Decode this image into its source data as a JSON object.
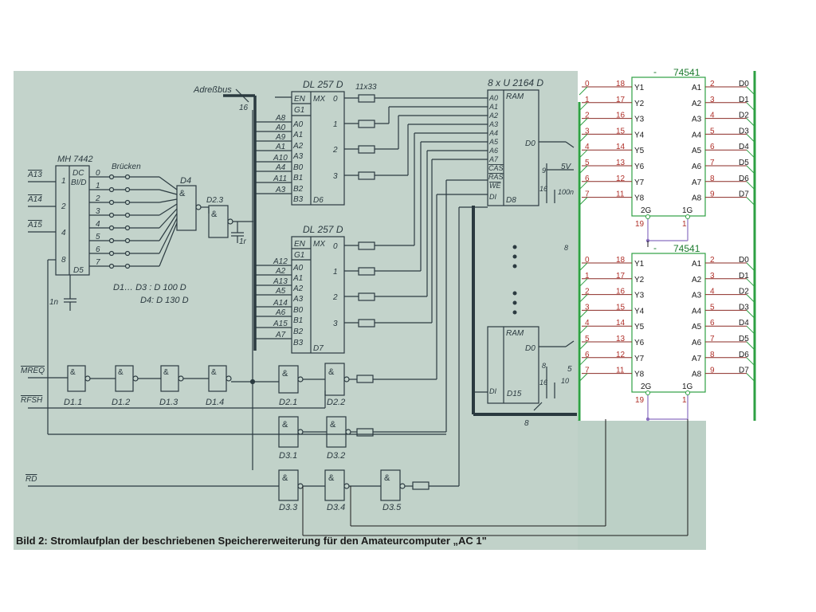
{
  "caption": "Bild 2: Stromlaufplan der beschriebenen Speichererweiterung für den Amateurcomputer „AC 1\"",
  "address_bus_label": "Adreßbus",
  "bus_width_16": "16",
  "bus_width_8": "8",
  "decoder": {
    "name": "MH 7442",
    "func": "DC",
    "func2": "BI/D",
    "inputs": [
      "A13",
      "A14",
      "A15"
    ],
    "input_pins": [
      "1",
      "2",
      "4",
      "8"
    ],
    "outputs": [
      "0",
      "1",
      "2",
      "3",
      "4",
      "5",
      "6",
      "7"
    ],
    "designator": "D5",
    "bridges_label": "Brücken"
  },
  "gates": {
    "d4": "D4",
    "d23": "D2.3",
    "amp": "&",
    "note1": "D1… D3 : D 100 D",
    "note2": "D4:  D 130 D",
    "cap_1n": "1n",
    "cap_1r": "1r",
    "chain": [
      "D1.1",
      "D1.2",
      "D1.3",
      "D1.4",
      "D2.1",
      "D2.2",
      "D3.1",
      "D3.2",
      "D3.3",
      "D3.4",
      "D3.5"
    ]
  },
  "signals": [
    "MREQ",
    "RFSH",
    "RD"
  ],
  "mux_top": {
    "name": "DL 257 D",
    "en": "EN",
    "mx": "MX",
    "g1": "G1",
    "pins": [
      "A0",
      "A1",
      "A2",
      "A3",
      "B0",
      "B1",
      "B2",
      "B3"
    ],
    "addr": [
      "A8",
      "A0",
      "A9",
      "A1",
      "A10",
      "A4",
      "A11",
      "A3"
    ],
    "outs": [
      "0",
      "1",
      "2",
      "3"
    ],
    "designator": "D6",
    "resistor_label": "11x33"
  },
  "mux_bottom": {
    "name": "DL 257 D",
    "en": "EN",
    "mx": "MX",
    "g1": "G1",
    "pins": [
      "A0",
      "A1",
      "A2",
      "A3",
      "B0",
      "B1",
      "B2",
      "B3"
    ],
    "addr": [
      "A12",
      "A2",
      "A13",
      "A5",
      "A14",
      "A6",
      "A15",
      "A7"
    ],
    "outs": [
      "0",
      "1",
      "2",
      "3"
    ],
    "designator": "D7"
  },
  "ram": {
    "name": "8 x U 2164 D",
    "label": "RAM",
    "pins": [
      "A0",
      "A1",
      "A2",
      "A3",
      "A4",
      "A5",
      "A6",
      "A7",
      "CAS",
      "RAS",
      "WE",
      "DI"
    ],
    "out": "D0",
    "designator_top": "D8",
    "designator_bottom": "D15",
    "pin_9": "9",
    "pin_16": "16",
    "pin_8": "8",
    "v5": "5V",
    "cap_100n": "100n",
    "v5_b": "5",
    "cap_10": "10"
  },
  "buffer_top": {
    "name": "74541",
    "dash": "-",
    "y": [
      "Y1",
      "Y2",
      "Y3",
      "Y4",
      "Y5",
      "Y6",
      "Y7",
      "Y8"
    ],
    "a": [
      "A1",
      "A2",
      "A3",
      "A4",
      "A5",
      "A6",
      "A7",
      "A8"
    ],
    "y_pins": [
      "18",
      "17",
      "16",
      "15",
      "14",
      "13",
      "12",
      "11"
    ],
    "a_pins": [
      "2",
      "3",
      "4",
      "5",
      "6",
      "7",
      "8",
      "9"
    ],
    "left_nums": [
      "0",
      "1",
      "2",
      "3",
      "4",
      "5",
      "6",
      "7"
    ],
    "data": [
      "D0",
      "D1",
      "D2",
      "D3",
      "D4",
      "D5",
      "D6",
      "D7"
    ],
    "g2": "2G",
    "g1": "1G",
    "p19": "19",
    "p1": "1"
  },
  "buffer_bottom": {
    "name": "74541",
    "dash": "-",
    "y": [
      "Y1",
      "Y2",
      "Y3",
      "Y4",
      "Y5",
      "Y6",
      "Y7",
      "Y8"
    ],
    "a": [
      "A1",
      "A2",
      "A3",
      "A4",
      "A5",
      "A6",
      "A7",
      "A8"
    ],
    "y_pins": [
      "18",
      "17",
      "16",
      "15",
      "14",
      "13",
      "12",
      "11"
    ],
    "a_pins": [
      "2",
      "3",
      "4",
      "5",
      "6",
      "7",
      "8",
      "9"
    ],
    "left_nums": [
      "0",
      "1",
      "2",
      "3",
      "4",
      "5",
      "6",
      "7"
    ],
    "data": [
      "D0",
      "D1",
      "D2",
      "D3",
      "D4",
      "D5",
      "D6",
      "D7"
    ],
    "g2": "2G",
    "g1": "1G",
    "p19": "19",
    "p1": "1"
  },
  "colors": {
    "paper": "#c3d3cb",
    "paper_dark": "#b3c6bd",
    "ink": "#2b3a40",
    "chip_green": "#2ea043",
    "wire_purple": "#8a6fc0",
    "pin_red": "#b0302a"
  }
}
